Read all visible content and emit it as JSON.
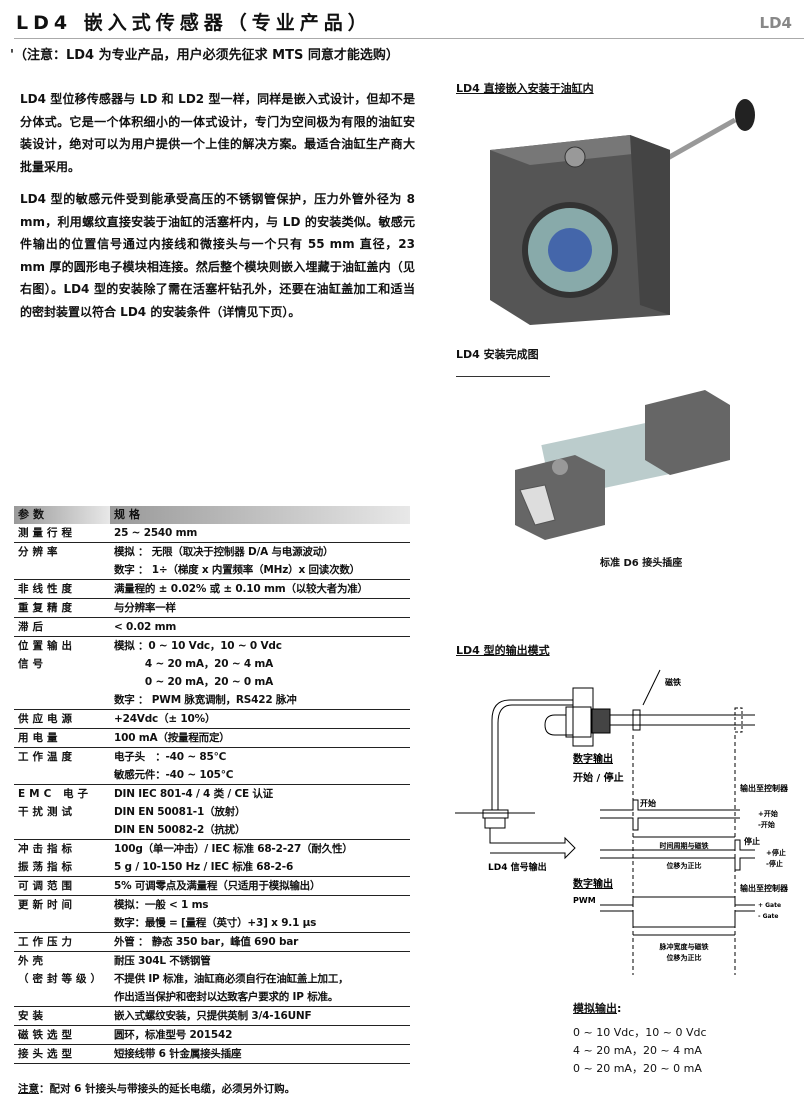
{
  "header": {
    "title": "LD4 嵌入式传感器（专业产品）",
    "tag": "LD4",
    "note": "'（注意：LD4 为专业产品，用户必须先征求 MTS 同意才能选购）"
  },
  "intro": {
    "p1": "LD4 型位移传感器与 LD 和 LD2 型一样，同样是嵌入式设计，但却不是分体式。它是一个体积细小的一体式设计，专门为空间极为有限的油缸安装设计，绝对可以为用户提供一个上佳的解决方案。最适合油缸生产商大批量采用。",
    "p2": "LD4 型的敏感元件受到能承受高压的不锈钢管保护，压力外管外径为 8 mm，利用螺纹直接安装于油缸的活塞杆内，与 LD 的安装类似。敏感元件输出的位置信号通过内接线和微接头与一个只有 55 mm 直径，23 mm 厚的圆形电子模块相连接。然后整个模块则嵌入埋藏于油缸盖内（见右图）。LD4 型的安装除了需在活塞杆钻孔外，还要在油缸盖加工和适当的密封装置以符合 LD4 的安装条件（详情见下页）。"
  },
  "spec_table": {
    "headers": [
      "参数",
      "规格"
    ],
    "rows": [
      {
        "param": [
          "测量行程"
        ],
        "spec": [
          "25 ~ 2540 mm"
        ]
      },
      {
        "param": [
          "分辨率"
        ],
        "spec": [
          "模拟 ： 无限（取决于控制器 D/A 与电源波动）",
          "数字 ： 1÷（梯度 x 内置频率（MHz）x 回读次数）"
        ]
      },
      {
        "param": [
          "非线性度"
        ],
        "spec": [
          "满量程的 ± 0.02% 或 ± 0.10 mm（以较大者为准）"
        ]
      },
      {
        "param": [
          "重复精度"
        ],
        "spec": [
          "与分辨率一样"
        ]
      },
      {
        "param": [
          "滞后"
        ],
        "spec": [
          "< 0.02 mm"
        ]
      },
      {
        "param": [
          "位置输出",
          "信号",
          "",
          ""
        ],
        "spec": [
          "模拟 ：0 ~ 10 Vdc，10 ~ 0 Vdc",
          "　　　4 ~ 20 mA，20 ~ 4 mA",
          "　　　0 ~ 20 mA，20 ~ 0 mA",
          "数字 ： PWM 脉宽调制，RS422 脉冲"
        ]
      },
      {
        "param": [
          "供应电源"
        ],
        "spec": [
          "+24Vdc（± 10%）"
        ]
      },
      {
        "param": [
          "用电量"
        ],
        "spec": [
          "100 mA（按量程而定）"
        ]
      },
      {
        "param": [
          "工作温度"
        ],
        "spec": [
          "电子头　：-40 ~ 85℃",
          "敏感元件：-40 ~ 105℃"
        ]
      },
      {
        "param": [
          "EMC 电子",
          "干扰测试",
          ""
        ],
        "spec": [
          "DIN IEC 801-4 / 4 类 / CE 认证",
          "DIN EN 50081-1（放射）",
          "DIN EN 50082-2（抗扰）"
        ]
      },
      {
        "param": [
          "冲击指标",
          "振荡指标"
        ],
        "spec": [
          "100g（单一冲击）/ IEC 标准 68-2-27（耐久性）",
          "5 g / 10-150 Hz / IEC 标准 68-2-6"
        ]
      },
      {
        "param": [
          "可调范围"
        ],
        "spec": [
          "5% 可调零点及满量程（只适用于模拟输出）"
        ]
      },
      {
        "param": [
          "更新时间"
        ],
        "spec": [
          "模拟：一般 < 1 ms",
          "数字：最慢 = [量程（英寸）+3] x 9.1 μs"
        ]
      },
      {
        "param": [
          "工作压力"
        ],
        "spec": [
          "外管 ： 静态 350 bar，峰值 690 bar"
        ]
      },
      {
        "param": [
          "外壳",
          "（密封等级）",
          ""
        ],
        "spec": [
          "耐压 304L 不锈钢管",
          "不提供 IP 标准，油缸商必须自行在油缸盖上加工，",
          "作出适当保护和密封以达致客户要求的 IP 标准。"
        ]
      },
      {
        "param": [
          "安装"
        ],
        "spec": [
          "嵌入式螺纹安装，只提供英制 3/4-16UNF"
        ]
      },
      {
        "param": [
          "磁铁选型"
        ],
        "spec": [
          "圆环，标准型号 201542"
        ]
      },
      {
        "param": [
          "接头选型"
        ],
        "spec": [
          "短接线带 6 针金属接头插座"
        ]
      }
    ]
  },
  "footnote": {
    "label": "注意",
    "text": "：配对 6 针接头与带接头的延长电缆，必须另外订购。"
  },
  "figures": {
    "fig1_caption": "LD4 直接嵌入安装于油缸内",
    "fig2_caption": "LD4 安装完成图",
    "fig2_sub": "标准 D6 接头插座",
    "fig3_caption": "LD4 型的输出模式"
  },
  "diagram": {
    "magnet": "磁铁",
    "digital_out": "数字输出",
    "start_stop": "开始 / 停止",
    "start": "开始",
    "stop": "停止",
    "plus_start": "+开始",
    "minus_start": "-开始",
    "plus_stop": "+停止",
    "minus_stop": "-停止",
    "to_controller": "输出至控制器",
    "signal_out": "LD4 信号输出",
    "period_l1": "时间周期与磁铁",
    "period_l2": "位移为正比",
    "pwm": "PWM",
    "plus_gate": "+ Gate",
    "minus_gate": "- Gate",
    "width_l1": "脉冲宽度与磁铁",
    "width_l2": "位移为正比"
  },
  "analog": {
    "title": "模拟输出",
    "lines": [
      "0 ~ 10 Vdc，10 ~ 0 Vdc",
      "4 ~ 20 mA，20 ~ 4 mA",
      "0 ~ 20 mA，20 ~ 0 mA"
    ]
  }
}
